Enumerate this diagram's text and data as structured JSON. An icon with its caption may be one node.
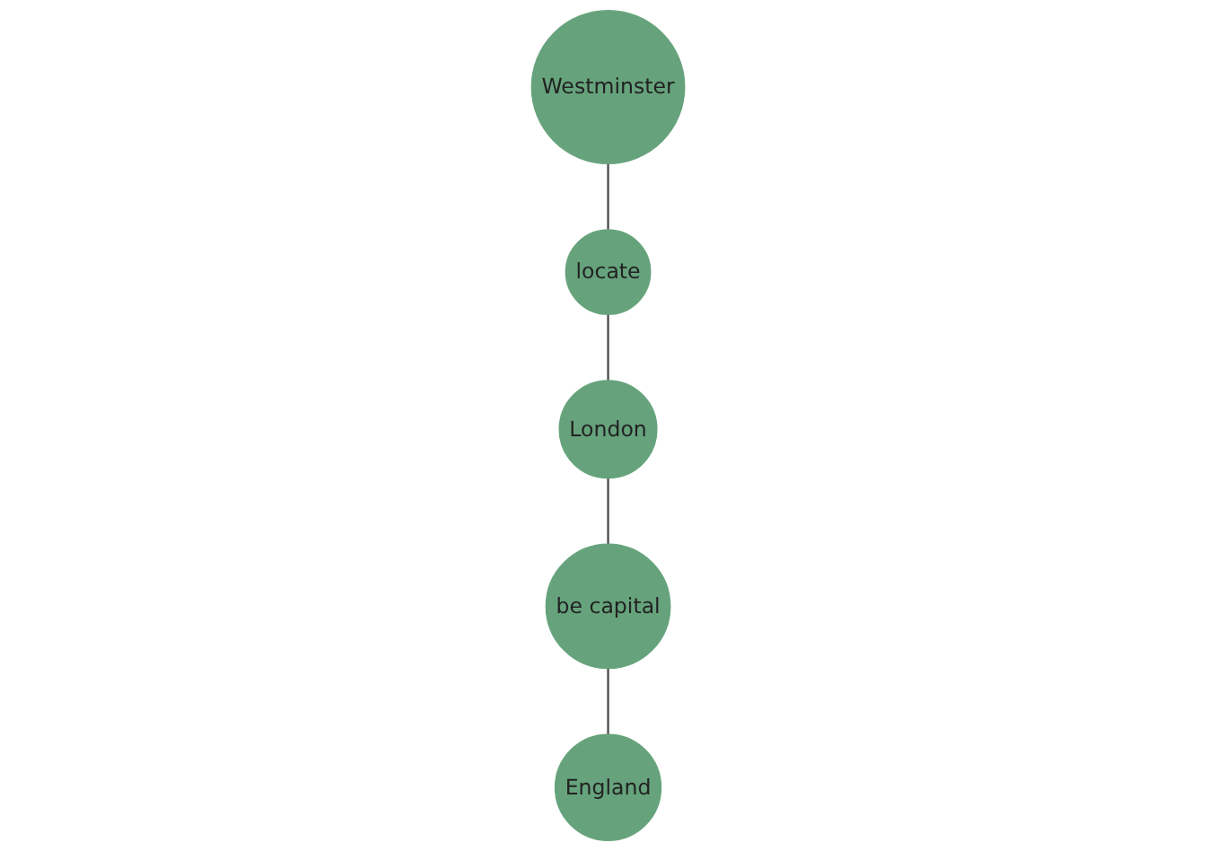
{
  "diagram": {
    "nodes": [
      {
        "text": [
          "Westminster"
        ]
      },
      {
        "text": [
          "locate"
        ]
      },
      {
        "text": [
          "London"
        ]
      },
      {
        "text": [
          "be capital"
        ]
      },
      {
        "text": [
          "England"
        ]
      }
    ],
    "edges": [
      {
        "from": 0,
        "to": 1,
        "arrow": "none"
      },
      {
        "from": 1,
        "to": 2,
        "arrow": "none"
      },
      {
        "from": 2,
        "to": 3,
        "arrow": "none"
      },
      {
        "from": 3,
        "to": 4,
        "arrow": "none"
      }
    ]
  }
}
